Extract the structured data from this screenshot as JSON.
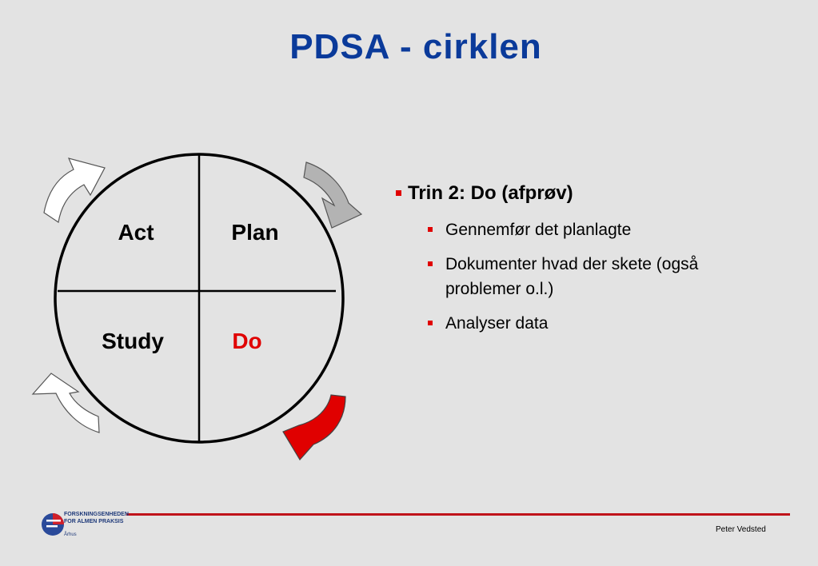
{
  "title": "PDSA - cirklen",
  "quadrants": {
    "act": {
      "label": "Act",
      "color": "#000000"
    },
    "plan": {
      "label": "Plan",
      "color": "#000000"
    },
    "study": {
      "label": "Study",
      "color": "#000000"
    },
    "do": {
      "label": "Do",
      "color": "#e00000"
    }
  },
  "arrows": {
    "top_left": {
      "fill": "#ffffff",
      "icon": "curved-arrow-icon"
    },
    "top_right": {
      "fill": "#b3b3b3",
      "icon": "curved-arrow-icon"
    },
    "bottom_right": {
      "fill": "#e00000",
      "active": true,
      "icon": "curved-arrow-icon"
    },
    "bottom_left": {
      "fill": "#ffffff",
      "icon": "curved-arrow-icon"
    }
  },
  "content": {
    "heading": "Trin 2: Do (afprøv)",
    "items": [
      "Gennemfør det planlagte",
      "Dokumenter hvad der skete (også problemer o.l.)",
      "Analyser data"
    ]
  },
  "footer": {
    "logo_line1": "FORSKNINGSENHEDEN",
    "logo_line2": "FOR ALMEN PRAKSIS",
    "logo_city": "Århus",
    "author": "Peter Vedsted"
  },
  "colors": {
    "title": "#0a3a9a",
    "accent": "#e00000",
    "footer_line": "#c0131a",
    "background": "#e3e3e3"
  }
}
